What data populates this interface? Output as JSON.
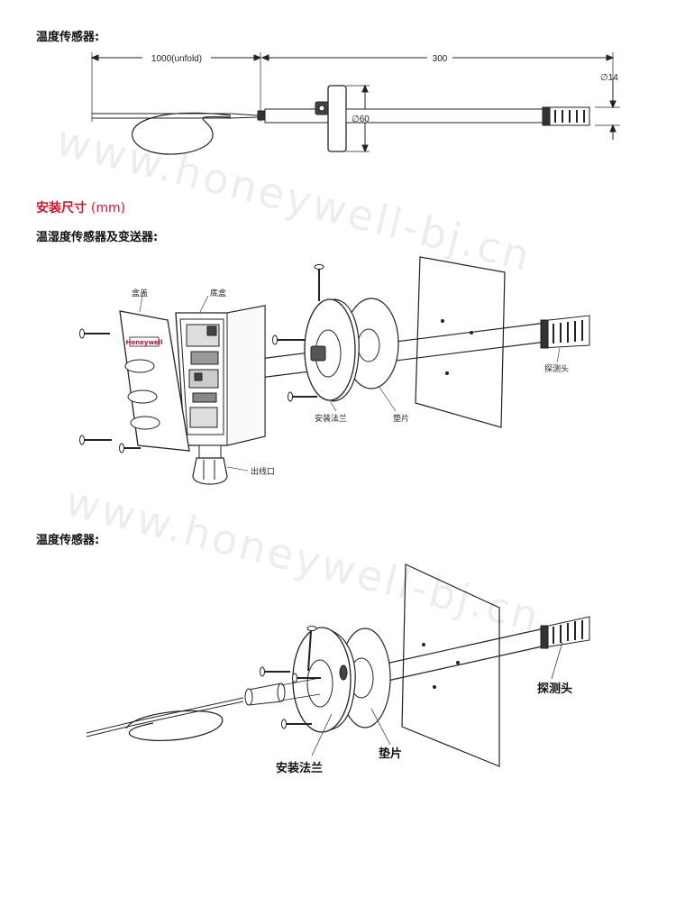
{
  "sections": {
    "temp_sensor_dims": {
      "title": "温度传感器:"
    },
    "install_dims": {
      "title": "安装尺寸",
      "unit": "(mm)"
    },
    "humidity_sensor": {
      "title": "温湿度传感器及变送器:"
    },
    "temp_sensor_install": {
      "title": "温度传感器:"
    }
  },
  "dimensions": {
    "cable_length": "1000(unfold)",
    "probe_length": "300",
    "probe_diameter": "∅14",
    "flange_diameter": "∅60"
  },
  "labels1": {
    "cover": "盒盖",
    "base_box": "底盒",
    "brand": "Honeywell",
    "flange": "安装法兰",
    "gasket": "垫片",
    "probe": "探测头",
    "cable_outlet": "出线口"
  },
  "labels2": {
    "flange": "安装法兰",
    "gasket": "垫片",
    "probe": "探测头"
  },
  "watermark": "www.honeywell-bj.cn",
  "colors": {
    "accent": "#d6142a",
    "text": "#111111"
  }
}
